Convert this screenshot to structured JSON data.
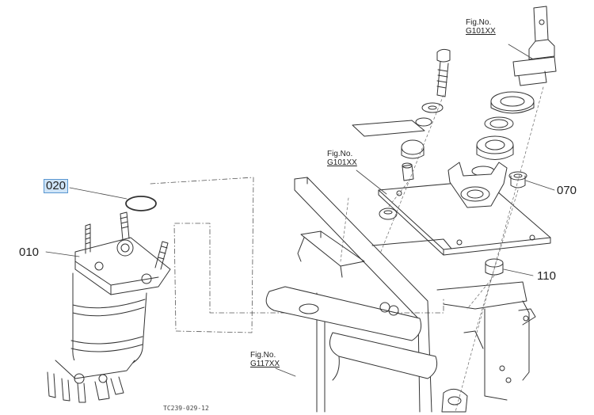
{
  "callouts": {
    "p010": "010",
    "p020": "020",
    "p070": "070",
    "p110": "110"
  },
  "figure_refs": {
    "top_right": {
      "label": "Fig.No.",
      "ref": "G101XX"
    },
    "middle": {
      "label": "Fig.No.",
      "ref": "G101XX"
    },
    "bottom": {
      "label": "Fig.No.",
      "ref": "G117XX"
    }
  },
  "drawing_code": "TC239-029-12",
  "colors": {
    "line": "#333333",
    "highlight_fill": "#cfe4f7",
    "highlight_border": "#5a97d1"
  }
}
